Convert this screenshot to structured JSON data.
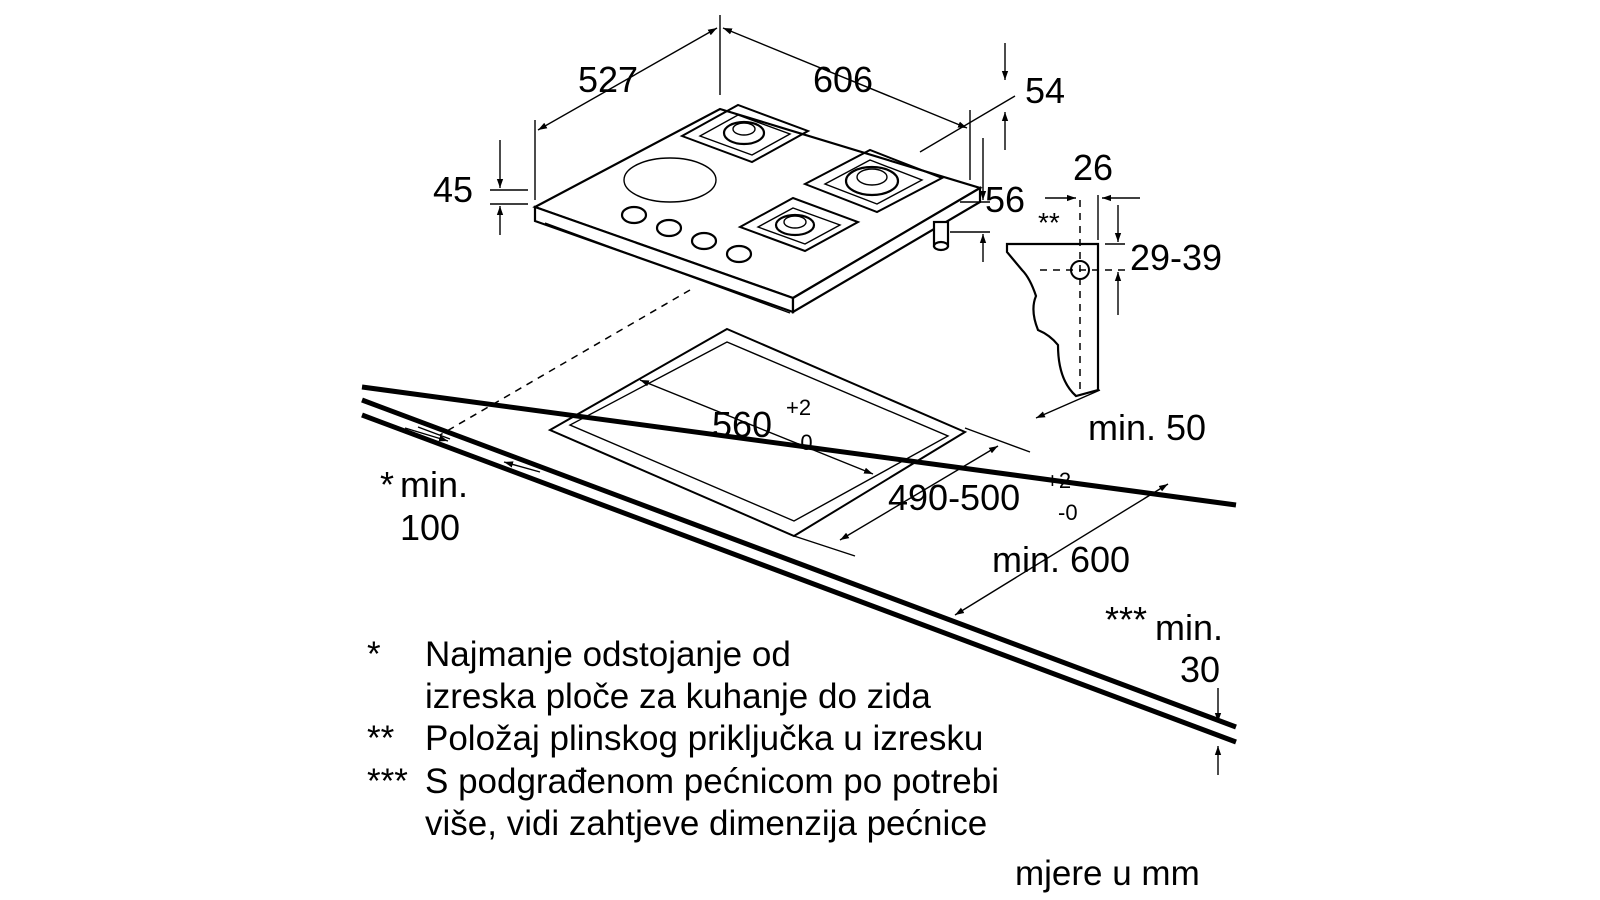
{
  "dimensions": {
    "hob_depth": "527",
    "hob_width": "606",
    "hob_height_total": "54",
    "glass_thickness": "45",
    "under_depth": "56",
    "connection_offset": "26",
    "connection_height": "29-39",
    "connection_marker": "**",
    "min_wall_distance": "min. 50",
    "cutout_width": "560",
    "cutout_width_plus": "+2",
    "cutout_width_minus": "-0",
    "cutout_depth": "490-500",
    "cutout_depth_plus": "+2",
    "cutout_depth_minus": "-0",
    "min_front_marker": "*",
    "min_front_label": "min.",
    "min_front_value": "100",
    "worktop_min_depth": "min. 600",
    "oven_marker": "***",
    "oven_min_label": "min.",
    "oven_min_value": "30"
  },
  "notes": [
    {
      "marker": "*",
      "lines": [
        "Najmanje odstojanje od",
        "izreska ploče za kuhanje do zida"
      ]
    },
    {
      "marker": "**",
      "lines": [
        "Položaj plinskog priključka u izresku"
      ]
    },
    {
      "marker": "***",
      "lines": [
        "S podgrađenom pećnicom po potrebi",
        "više, vidi zahtjeve dimenzija pećnice"
      ]
    }
  ],
  "units": "mjere u mm"
}
